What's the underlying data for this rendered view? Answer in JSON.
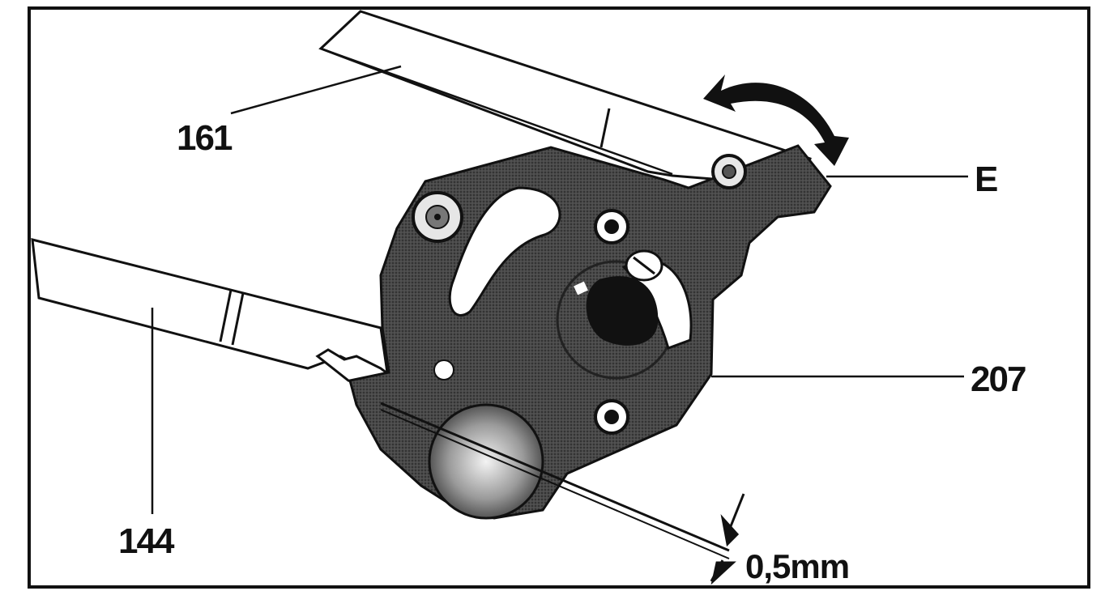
{
  "labels": {
    "part_161": "161",
    "part_144": "144",
    "part_207": "207",
    "point_e": "E",
    "gap": "0,5mm"
  },
  "colors": {
    "ink": "#111111",
    "background": "#ffffff",
    "plate_fill": "#3a3a3a",
    "light_part": "#e6e6e6"
  },
  "icons": {
    "rotation": "double-headed-curved-arrow",
    "dimension": "dimension-arrows"
  }
}
